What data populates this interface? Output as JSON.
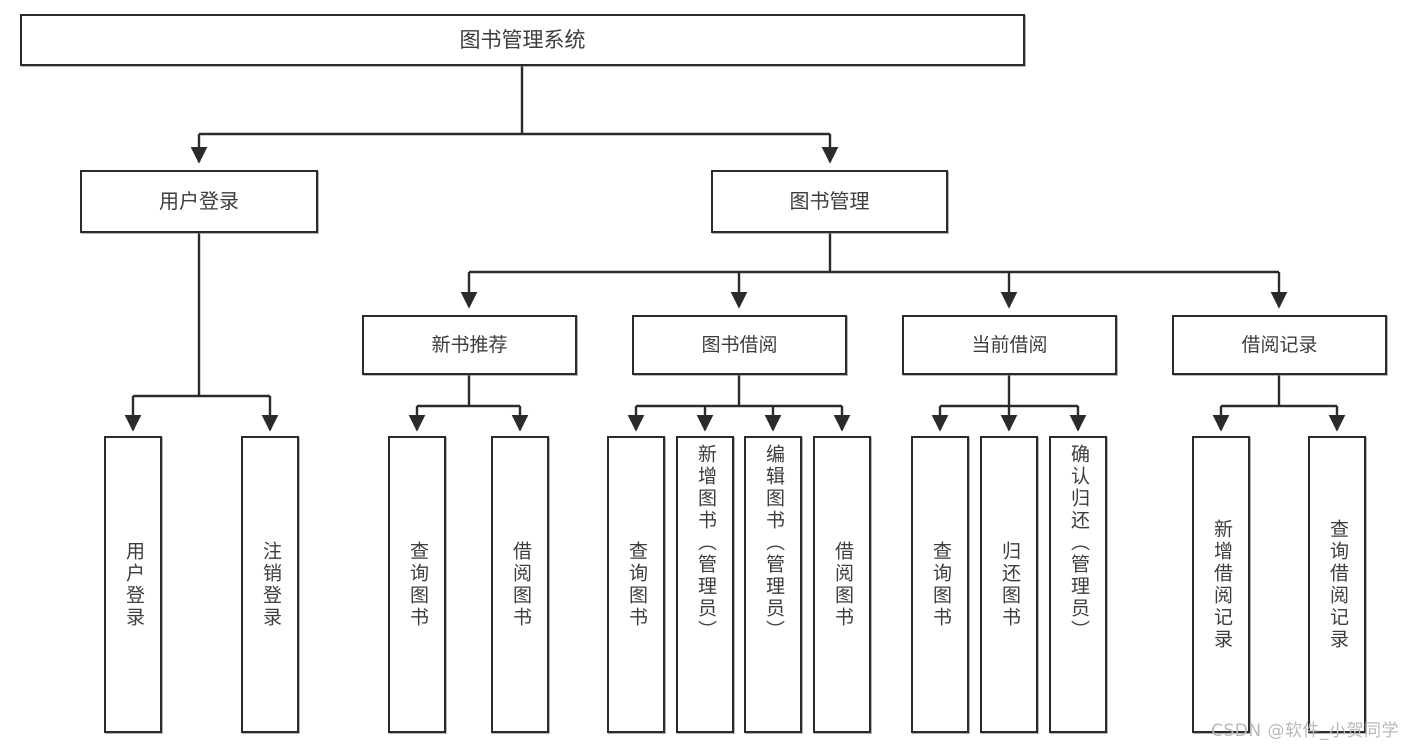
{
  "diagram": {
    "title": "图书管理系统",
    "watermark": "CSDN @软件_小贺同学",
    "root": {
      "label": "图书管理系统"
    },
    "level2": [
      {
        "label": "用户登录"
      },
      {
        "label": "图书管理"
      }
    ],
    "level3": [
      {
        "label": "新书推荐"
      },
      {
        "label": "图书借阅"
      },
      {
        "label": "当前借阅"
      },
      {
        "label": "借阅记录"
      }
    ],
    "leaves": {
      "user_login": [
        {
          "label": "用户登录"
        },
        {
          "label": "注销登录"
        }
      ],
      "new_book_recommend": [
        {
          "label": "查询图书"
        },
        {
          "label": "借阅图书"
        }
      ],
      "book_borrow": [
        {
          "label": "查询图书"
        },
        {
          "label": "新增图书（管理员）"
        },
        {
          "label": "编辑图书（管理员）"
        },
        {
          "label": "借阅图书"
        }
      ],
      "current_borrow": [
        {
          "label": "查询图书"
        },
        {
          "label": "归还图书"
        },
        {
          "label": "确认归还（管理员）"
        }
      ],
      "borrow_record": [
        {
          "label": "新增借阅记录"
        },
        {
          "label": "查询借阅记录"
        }
      ]
    },
    "colors": {
      "line": "#2b2b2b",
      "box_border": "#2b2b2b",
      "text": "#3d3d3d",
      "background": "#ffffff",
      "watermark": "#b9b9b9"
    }
  }
}
